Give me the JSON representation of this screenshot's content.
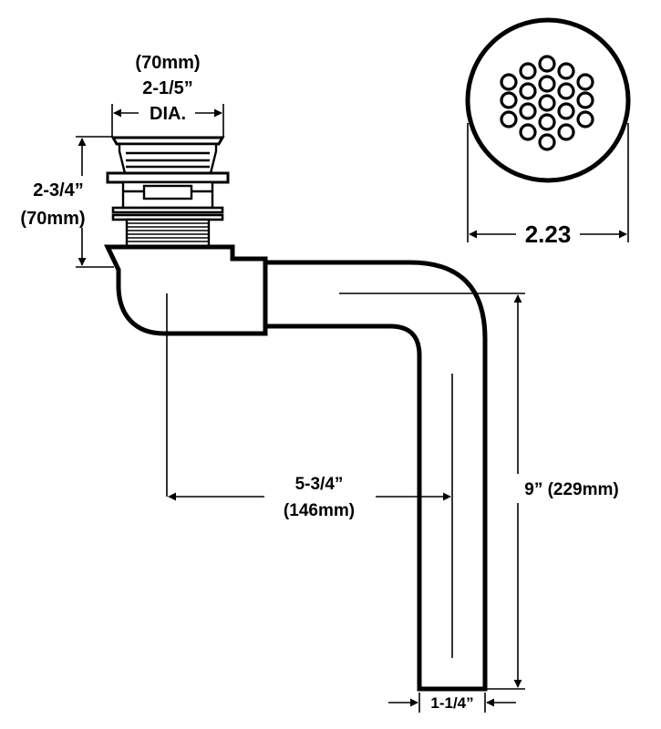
{
  "labels": {
    "top_mm": "(70mm)",
    "top_in": "2-1/5”",
    "top_dia": "DIA.",
    "height_in": "2-3/4”",
    "height_mm": "(70mm)",
    "grate_dia": "2.23",
    "offset_in": "5-3/4”",
    "offset_mm": "(146mm)",
    "length": "9” (229mm)",
    "pipe_dia": "1-1/4”"
  },
  "colors": {
    "ink": "#000000",
    "paper": "#ffffff"
  }
}
